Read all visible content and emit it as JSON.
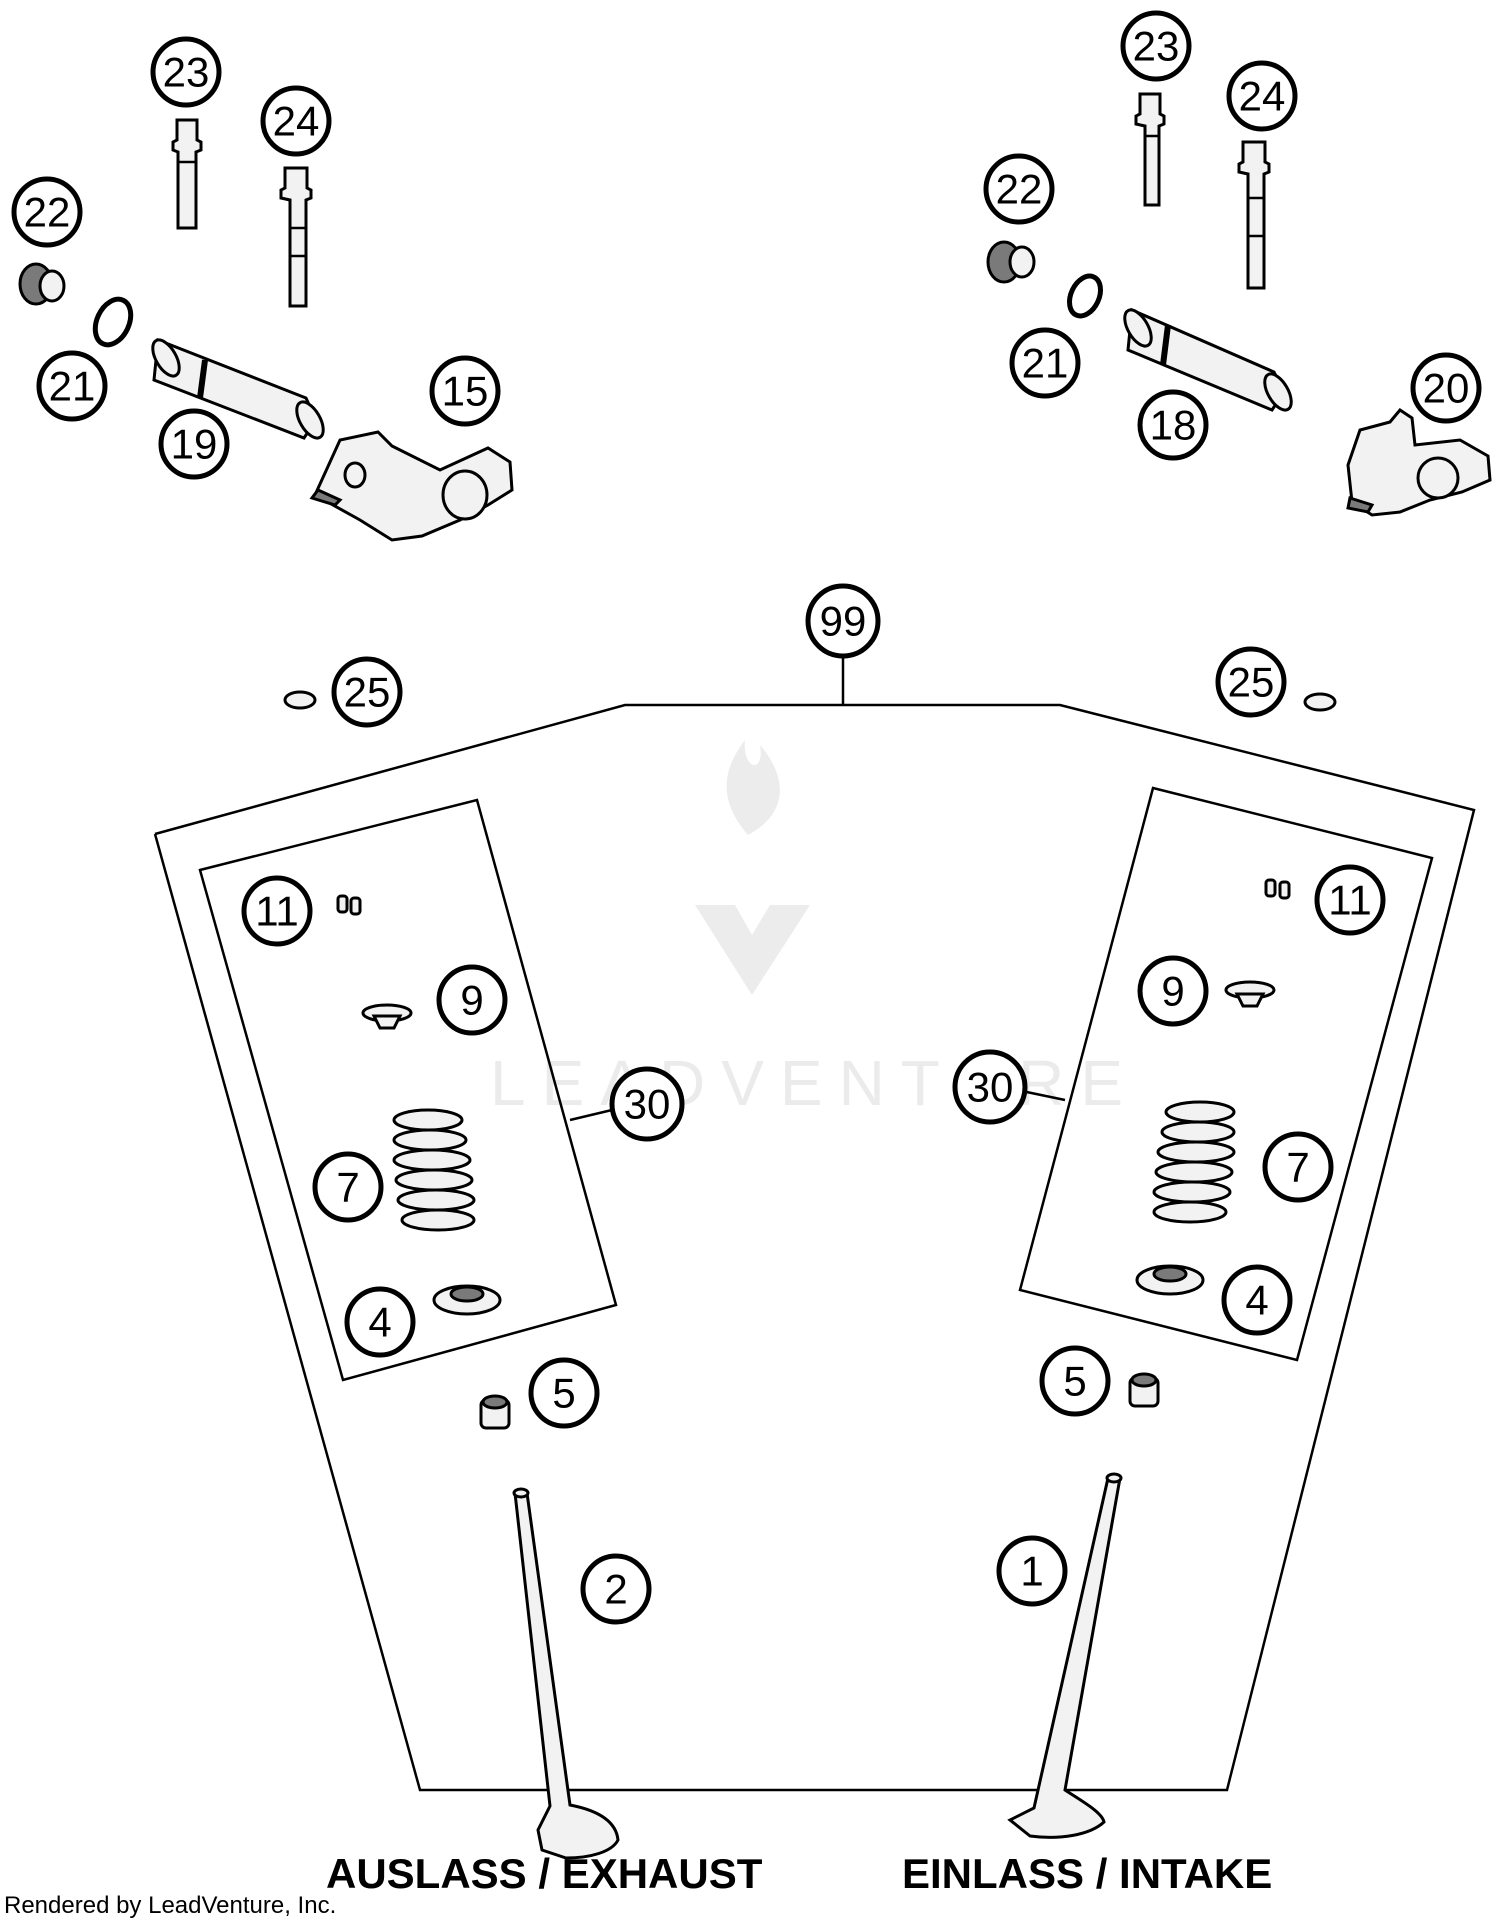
{
  "callouts": {
    "c23_left": "23",
    "c24_left": "24",
    "c22_left": "22",
    "c21_left": "21",
    "c19": "19",
    "c15": "15",
    "c23_right": "23",
    "c24_right": "24",
    "c22_right": "22",
    "c21_right": "21",
    "c18": "18",
    "c20": "20",
    "c99": "99",
    "c25_left": "25",
    "c25_right": "25",
    "c11_left": "11",
    "c9_left": "9",
    "c30_left": "30",
    "c7_left": "7",
    "c4_left": "4",
    "c5_left": "5",
    "c2": "2",
    "c11_right": "11",
    "c9_right": "9",
    "c30_right": "30",
    "c7_right": "7",
    "c4_right": "4",
    "c5_right": "5",
    "c1": "1"
  },
  "labels": {
    "exhaust": "AUSLASS / EXHAUST",
    "intake": "EINLASS / INTAKE",
    "credit": "Rendered by LeadVenture, Inc.",
    "watermark": "LEADVENTURE"
  }
}
